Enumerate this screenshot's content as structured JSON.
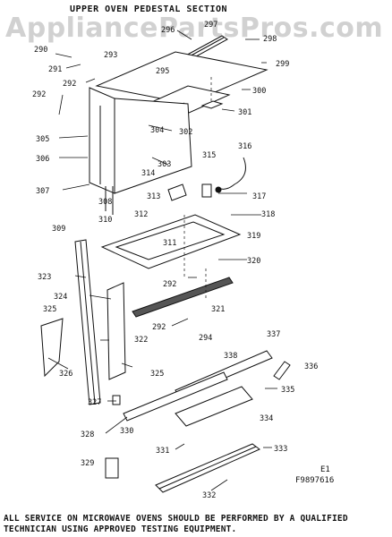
{
  "title": "UPPER OVEN PEDESTAL SECTION",
  "watermark": "AppliancePartsPros.com",
  "footer": {
    "line1": "ALL SERVICE ON MICROWAVE OVENS SHOULD BE PERFORMED BY A QUALIFIED",
    "line2": "TECHNICIAN USING APPROVED TESTING EQUIPMENT."
  },
  "figure_code": {
    "line1": "E1",
    "line2": "F9897616"
  },
  "part_numbers": {
    "p290": "290",
    "p291": "291",
    "p292a": "292",
    "p293": "293",
    "p292b": "292",
    "p296": "296",
    "p297": "297",
    "p298": "298",
    "p299": "299",
    "p295": "295",
    "p300": "300",
    "p301": "301",
    "p302": "302",
    "p304": "304",
    "p305": "305",
    "p306": "306",
    "p303": "303",
    "p307": "307",
    "p308": "308",
    "p314": "314",
    "p315": "315",
    "p316": "316",
    "p317": "317",
    "p313": "313",
    "p312": "312",
    "p318": "318",
    "p310": "310",
    "p309": "309",
    "p319": "319",
    "p311": "311",
    "p320": "320",
    "p323": "323",
    "p292c": "292",
    "p324": "324",
    "p325a": "325",
    "p292d": "292",
    "p321": "321",
    "p294": "294",
    "p322": "322",
    "p326": "326",
    "p337": "337",
    "p338": "338",
    "p336": "336",
    "p325b": "325",
    "p335": "335",
    "p327": "327",
    "p334": "334",
    "p328": "328",
    "p330": "330",
    "p331": "331",
    "p333": "333",
    "p329": "329",
    "p332": "332"
  }
}
